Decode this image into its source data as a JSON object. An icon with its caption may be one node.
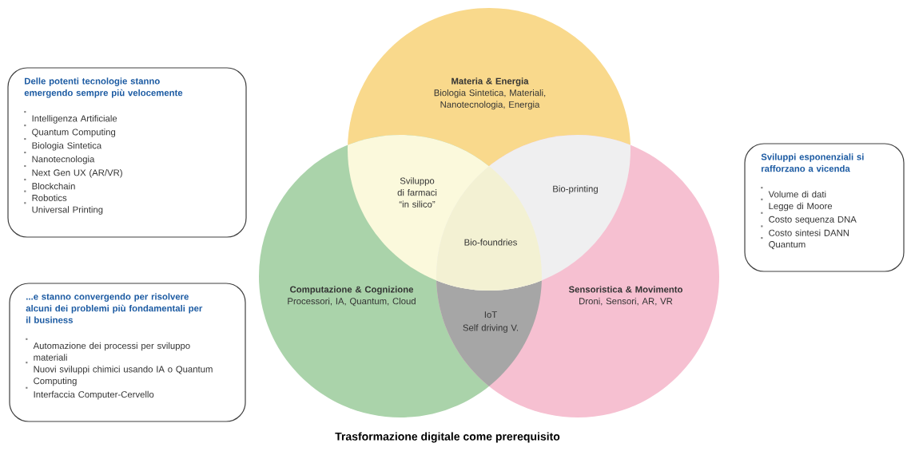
{
  "diagram": {
    "caption": "Trasformazione digitale come prerequisito",
    "nodes": [
      {
        "text": [
          "Delle potenti tecnologie stanno emergendo sempre più velocemente",
          "Intelligenza Artificiale",
          "Quantum Computing",
          "Biologia Sintetica",
          "Nanotecnologia",
          "Next Gen UX (AR/VR)",
          "Blockchain",
          "Robotics",
          "Universal Printing"
        ]
      },
      {
        "text": [
          "...e stanno convergendo per risolvere alcuni dei problemi più fondamentali per il business",
          "Automazione dei processi per sviluppo materiali",
          "Nuovi sviluppi chimici usando IA o Quantum Computing",
          "Interfaccia Computer-Cervello"
        ]
      },
      {
        "text": [
          "Sviluppi esponenziali si rafforzano a vicenda",
          "Volume di dati",
          "Legge di Moore",
          "Costo sequenza DNA",
          "Costo sintesi DANN",
          "Quantum"
        ]
      },
      {
        "text": [
          "Materia & Energia",
          "Biologia Sintetica, Materiali, Nanotecnologia, Energia"
        ]
      },
      {
        "text": [
          "Computazione & Cognizione",
          "Processori, IA, Quantum, Cloud"
        ]
      },
      {
        "text": [
          "Sensoristica & Movimento",
          "Droni, Sensori, AR, VR"
        ]
      }
    ],
    "labels": [
      "Sviluppo di farmaci “in silico”",
      "Bio-printing",
      "Bio-foundries",
      "IoT",
      "Self driving V."
    ]
  }
}
